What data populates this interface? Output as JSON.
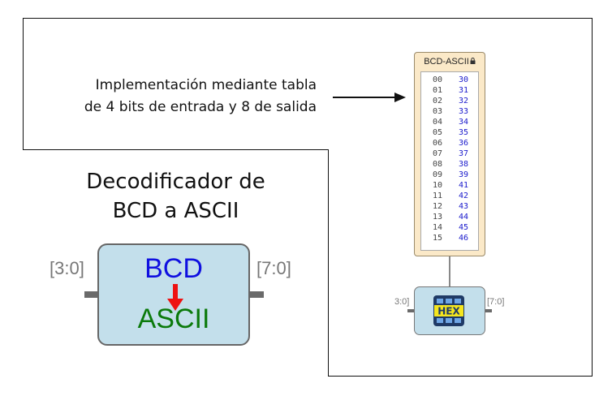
{
  "caption": {
    "line1": "Implementación mediante tabla",
    "line2": "de 4 bits de entrada y 8 de salida"
  },
  "title": {
    "line1": "Decodificador de",
    "line2": "BCD a ASCII"
  },
  "big_block": {
    "input_label": "[3:0]",
    "output_label": "[7:0]",
    "top_text": "BCD",
    "bottom_text": "ASCII"
  },
  "rom": {
    "title": "BCD-ASCII",
    "rows": [
      {
        "addr": "00",
        "val": "30"
      },
      {
        "addr": "01",
        "val": "31"
      },
      {
        "addr": "02",
        "val": "32"
      },
      {
        "addr": "03",
        "val": "33"
      },
      {
        "addr": "04",
        "val": "34"
      },
      {
        "addr": "05",
        "val": "35"
      },
      {
        "addr": "06",
        "val": "36"
      },
      {
        "addr": "07",
        "val": "37"
      },
      {
        "addr": "08",
        "val": "38"
      },
      {
        "addr": "09",
        "val": "39"
      },
      {
        "addr": "10",
        "val": "41"
      },
      {
        "addr": "11",
        "val": "42"
      },
      {
        "addr": "12",
        "val": "43"
      },
      {
        "addr": "13",
        "val": "44"
      },
      {
        "addr": "14",
        "val": "45"
      },
      {
        "addr": "15",
        "val": "46"
      }
    ]
  },
  "small_block": {
    "input_label": "3:0]",
    "output_label": "[7:0]",
    "icon_text": "HEX"
  }
}
